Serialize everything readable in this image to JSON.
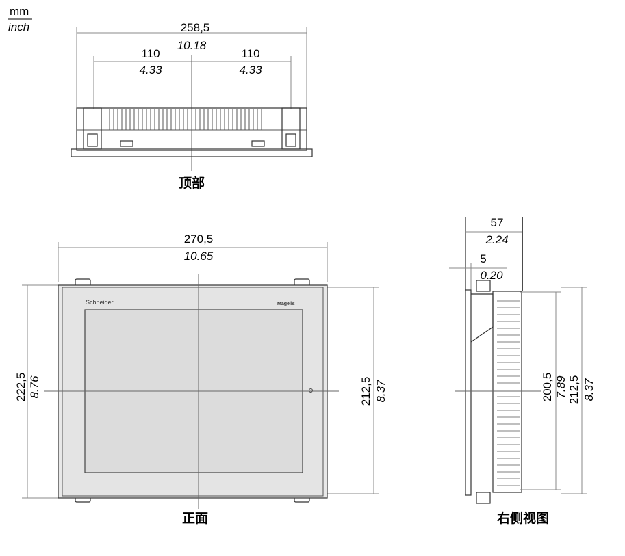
{
  "units": {
    "mm": "mm",
    "inch": "inch"
  },
  "top_view": {
    "label": "顶部",
    "overall_mm": "258,5",
    "overall_in": "10.18",
    "left_mm": "110",
    "left_in": "4.33",
    "right_mm": "110",
    "right_in": "4.33"
  },
  "front_view": {
    "label": "正面",
    "width_mm": "270,5",
    "width_in": "10.65",
    "height_mm": "222,5",
    "height_in": "8.76",
    "inner_height_mm": "212,5",
    "inner_height_in": "8.37",
    "logo_left": "Schneider",
    "logo_right": "Magelis"
  },
  "side_view": {
    "label": "右侧视图",
    "depth_mm": "57",
    "depth_in": "2.24",
    "bezel_mm": "5",
    "bezel_in": "0.20",
    "h1_mm": "200,5",
    "h1_in": "7.89",
    "h2_mm": "212,5",
    "h2_in": "8.37"
  }
}
